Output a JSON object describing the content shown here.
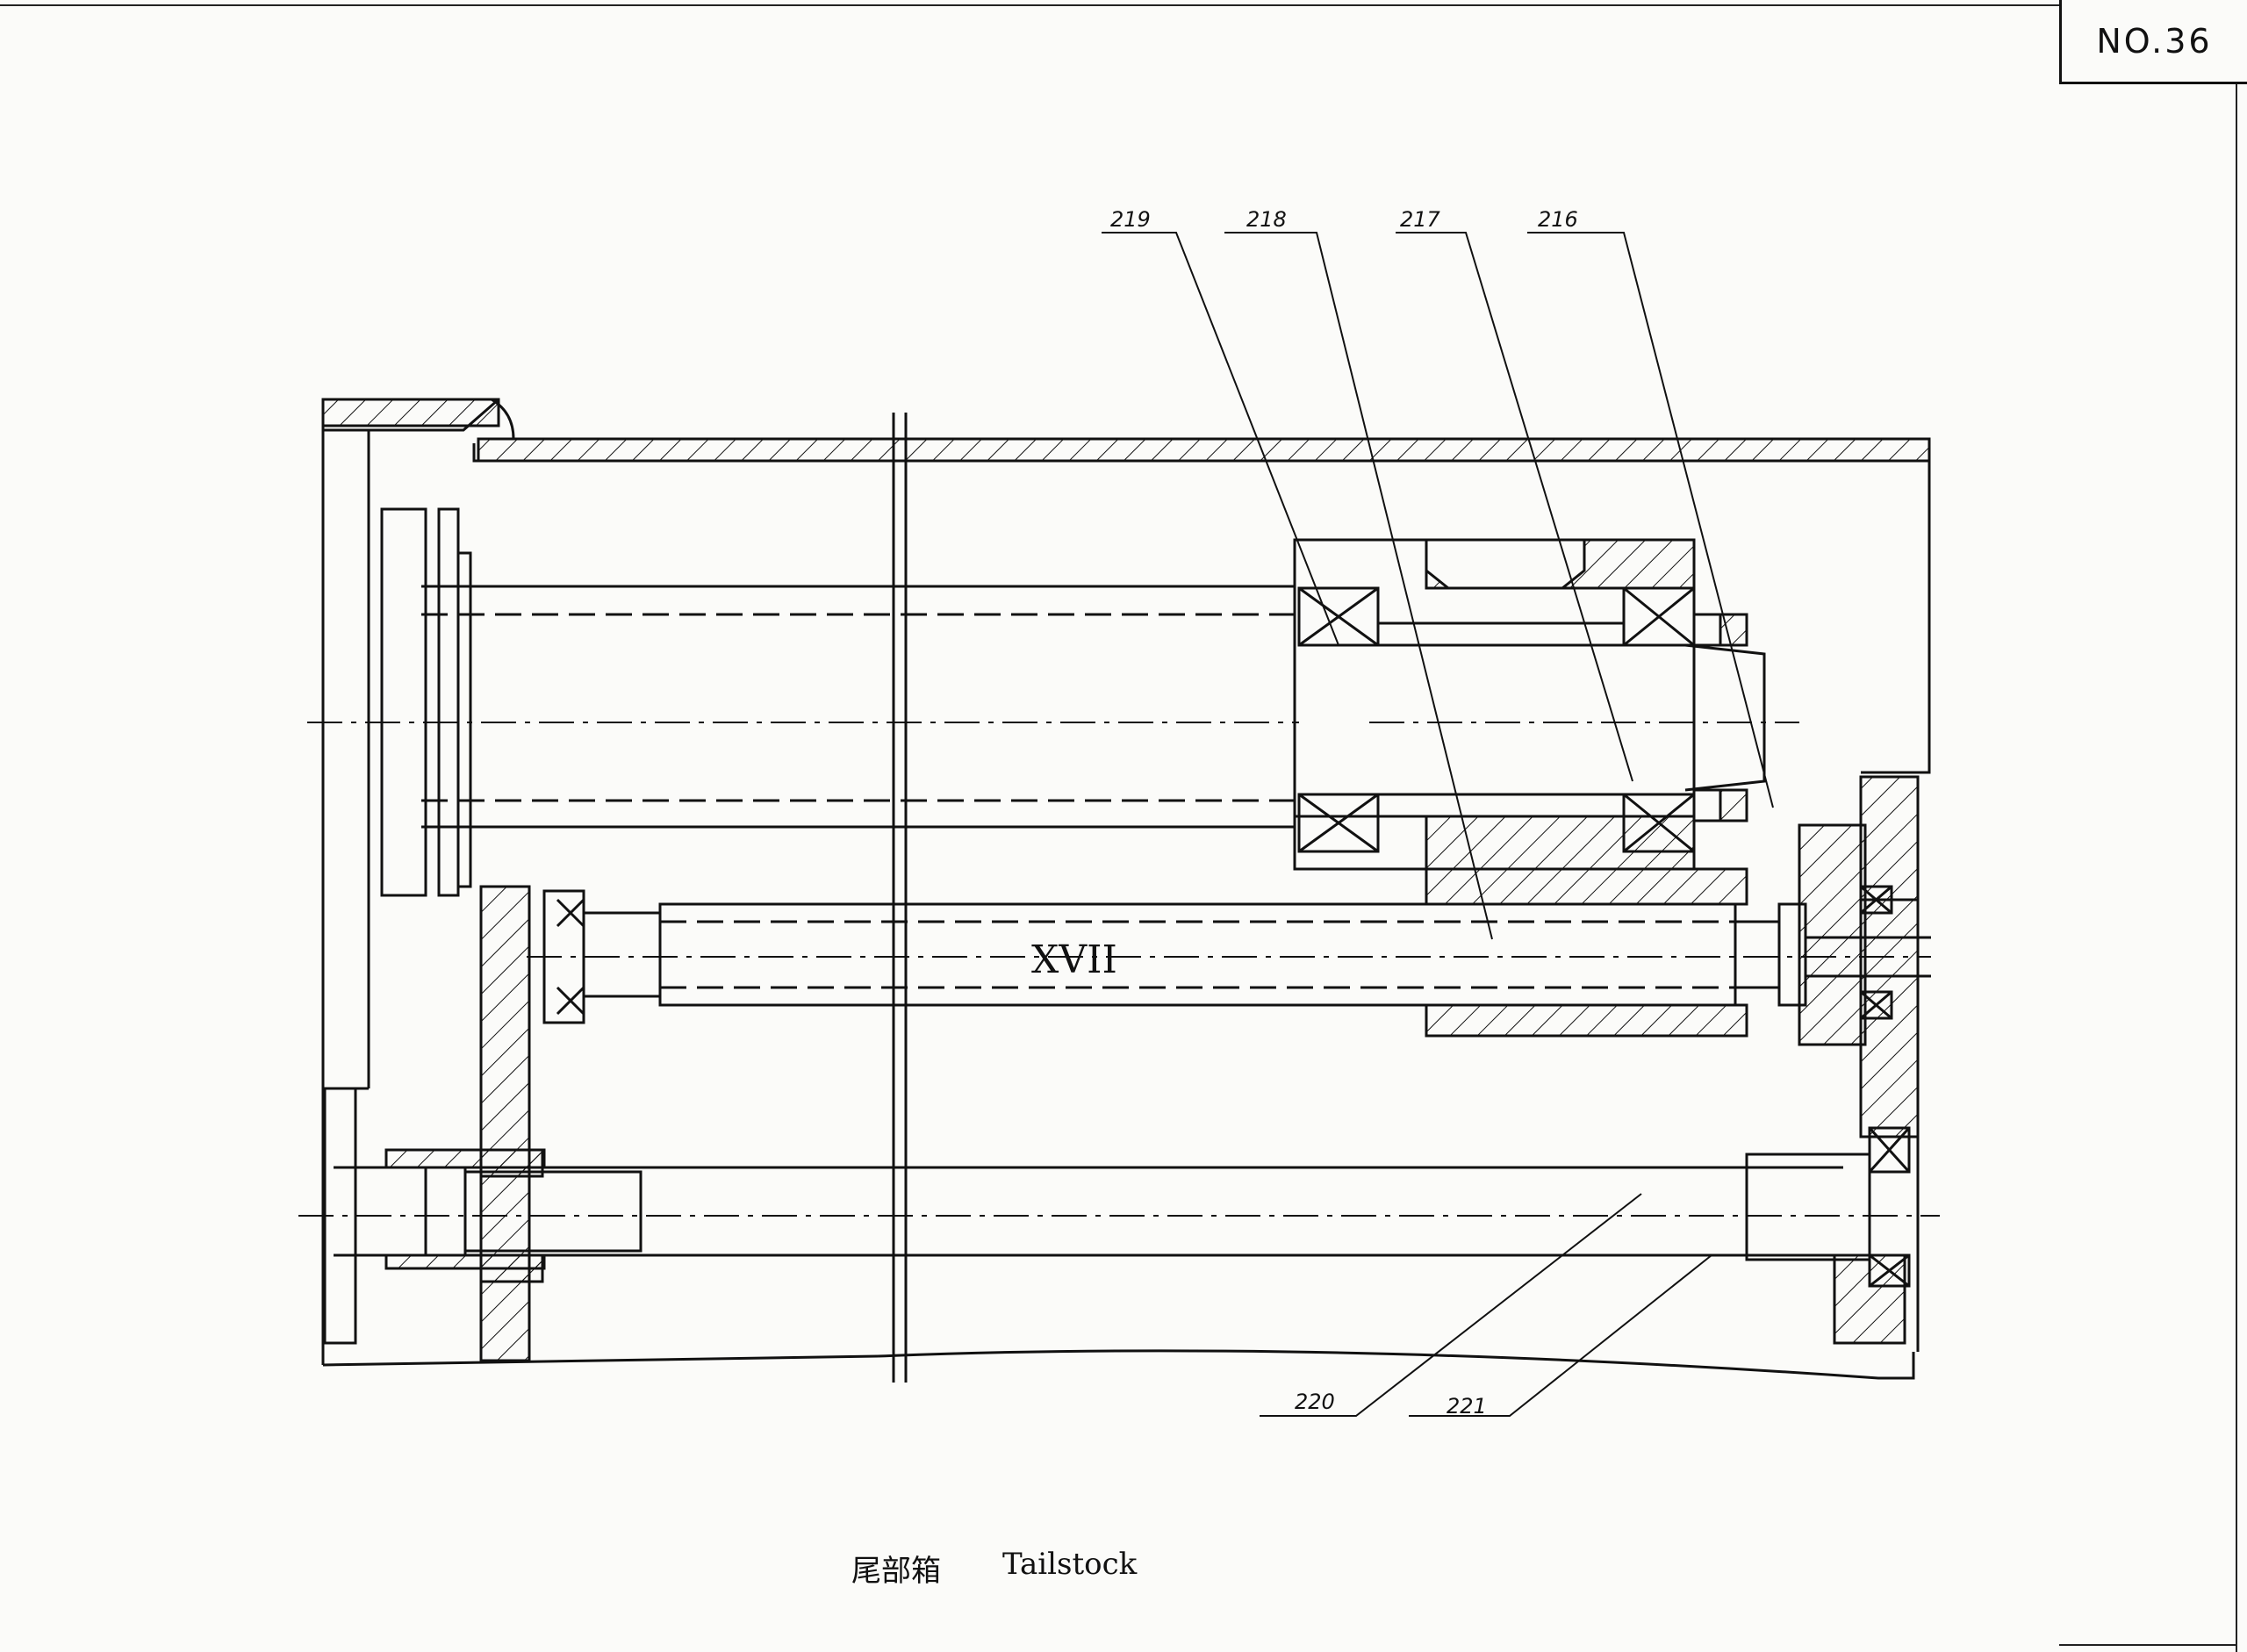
{
  "sheet_number": "NO.36",
  "callouts": [
    "219",
    "218",
    "217",
    "216",
    "220",
    "221"
  ],
  "shaft_label": "XVII",
  "caption": {
    "zh": "尾部箱",
    "en": "Tailstock"
  }
}
